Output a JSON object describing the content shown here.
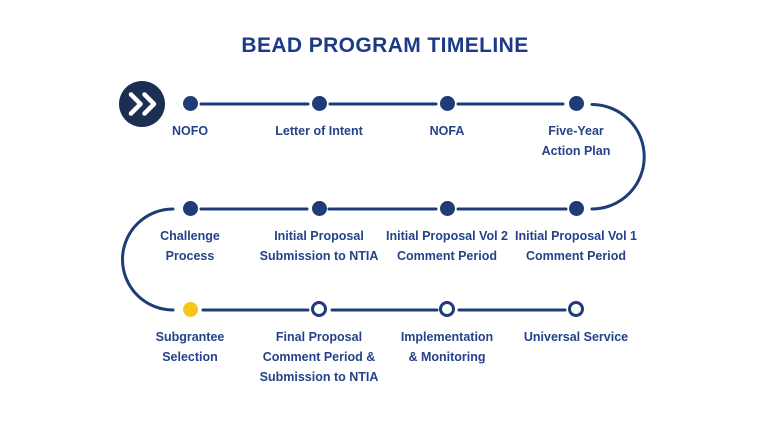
{
  "title": "BEAD PROGRAM TIMELINE",
  "icons": {
    "start": "double-chevron-right-icon"
  },
  "colors": {
    "navy": "#1e3c78",
    "title_navy": "#1d3a86",
    "label_navy": "#25428a",
    "start_circle_navy": "#1c2e52",
    "current_yellow": "#f7c518",
    "upcoming_white": "#ffffff"
  },
  "legend_meaning": {
    "complete": "filled navy dot",
    "current": "filled yellow dot",
    "upcoming": "white dot with navy ring"
  },
  "nodes": [
    {
      "lines": [
        "NOFO"
      ],
      "status": "complete"
    },
    {
      "lines": [
        "Letter of Intent"
      ],
      "status": "complete"
    },
    {
      "lines": [
        "NOFA"
      ],
      "status": "complete"
    },
    {
      "lines": [
        "Five-Year",
        "Action Plan"
      ],
      "status": "complete"
    },
    {
      "lines": [
        "Challenge",
        "Process"
      ],
      "status": "complete"
    },
    {
      "lines": [
        "Initial Proposal",
        "Submission to NTIA"
      ],
      "status": "complete"
    },
    {
      "lines": [
        "Initial Proposal Vol 2",
        "Comment Period"
      ],
      "status": "complete"
    },
    {
      "lines": [
        "Initial Proposal Vol 1",
        "Comment Period"
      ],
      "status": "complete"
    },
    {
      "lines": [
        "Subgrantee",
        "Selection"
      ],
      "status": "current"
    },
    {
      "lines": [
        "Final Proposal",
        "Comment Period &",
        "Submission to NTIA"
      ],
      "status": "upcoming"
    },
    {
      "lines": [
        "Implementation",
        "& Monitoring"
      ],
      "status": "upcoming"
    },
    {
      "lines": [
        "Universal Service"
      ],
      "status": "upcoming"
    }
  ]
}
